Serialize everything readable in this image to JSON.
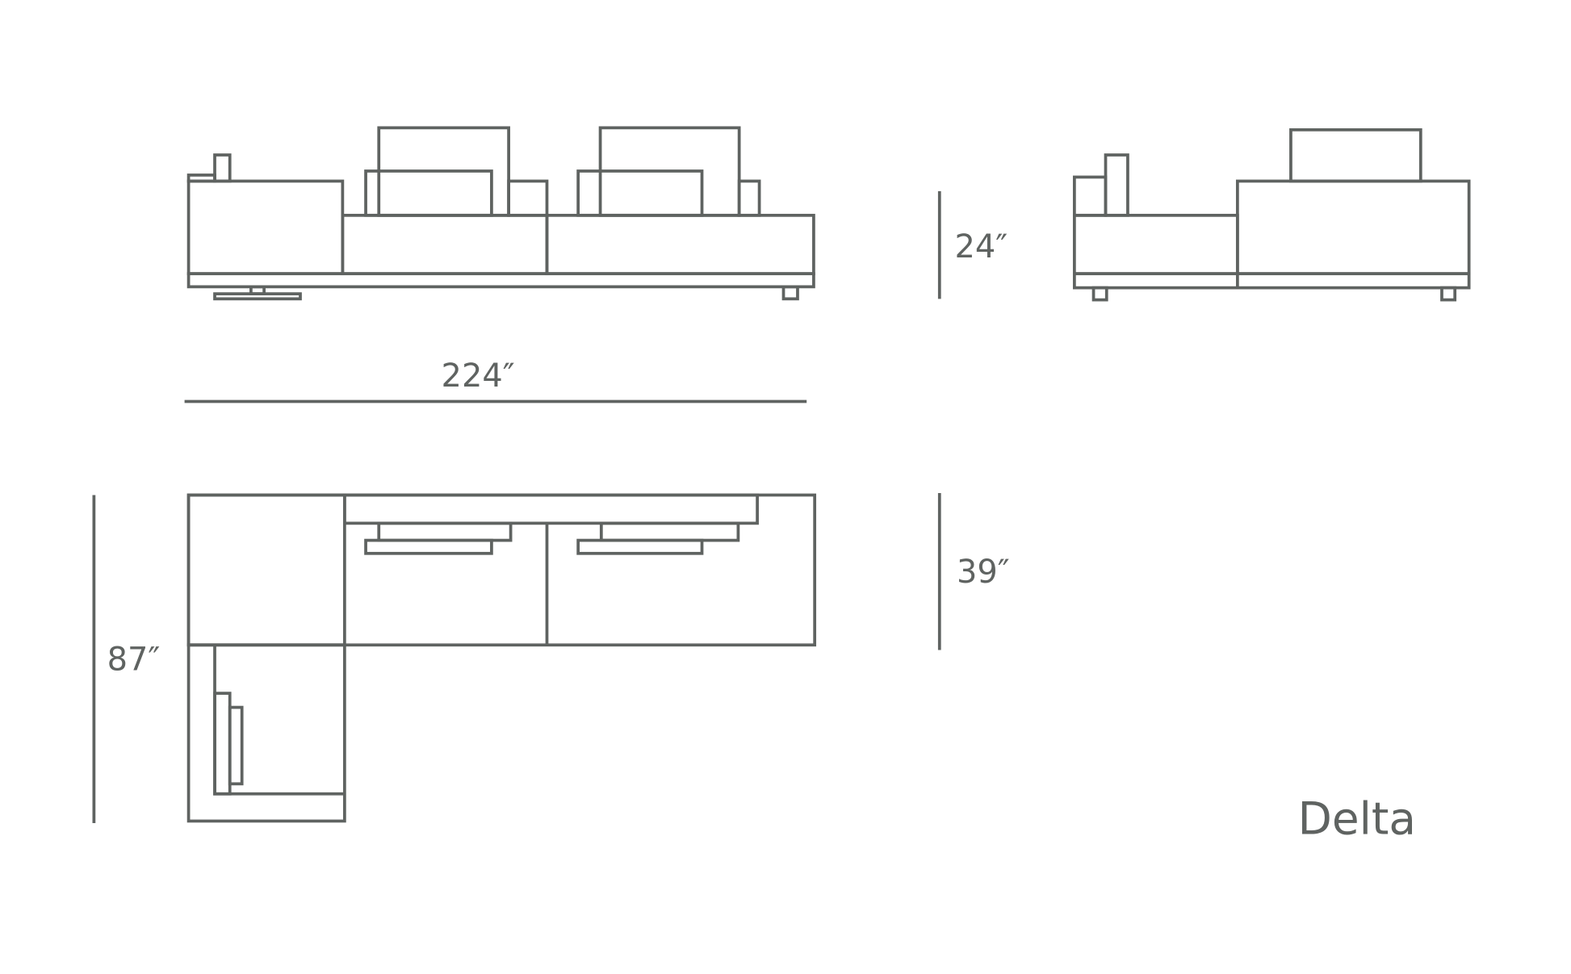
{
  "product_name": "Delta",
  "dimensions": {
    "overall_width": "224″",
    "height": "24″",
    "depth": "39″",
    "chaise_depth": "87″"
  },
  "views": [
    "front-view",
    "side-view",
    "top-view"
  ],
  "colors": {
    "line": "#5f6361",
    "background": "#ffffff"
  }
}
